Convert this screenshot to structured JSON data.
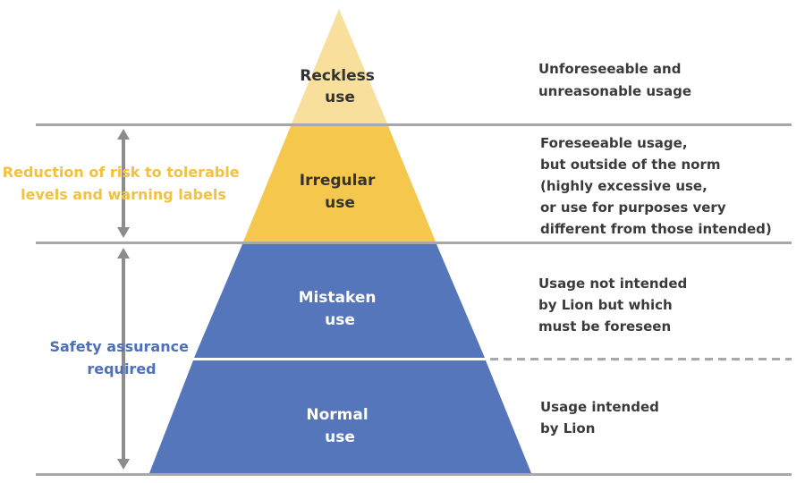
{
  "colors": {
    "reckless": "#f8df9b",
    "irregular": "#f5c84d",
    "blue": "#5576bb",
    "tier_text_dark": "#333333",
    "tier_text_light": "#ffffff",
    "line": "#a8a8a8",
    "arrow": "#8c8c8c",
    "yellow_label": "#f2c13f",
    "blue_label": "#4d70b8",
    "desc": "#3a3a3a"
  },
  "tiers": [
    {
      "id": "reckless",
      "lines": [
        "Reckless",
        "use"
      ]
    },
    {
      "id": "irregular",
      "lines": [
        "Irregular",
        "use"
      ]
    },
    {
      "id": "mistaken",
      "lines": [
        "Mistaken",
        "use"
      ]
    },
    {
      "id": "normal",
      "lines": [
        "Normal",
        "use"
      ]
    }
  ],
  "descriptions": {
    "reckless": [
      "Unforeseeable and",
      "unreasonable usage"
    ],
    "irregular": [
      "Foreseeable usage,",
      "but outside of the norm",
      "(highly excessive use,",
      "or use for purposes very",
      "different from those intended)"
    ],
    "mistaken": [
      "Usage not intended",
      "by Lion but which",
      "must be foreseen"
    ],
    "normal": [
      "Usage intended",
      "by Lion"
    ]
  },
  "side_labels": {
    "risk": [
      "Reduction of risk to tolerable",
      "levels and warning labels"
    ],
    "safety": [
      "Safety assurance",
      "required"
    ]
  }
}
